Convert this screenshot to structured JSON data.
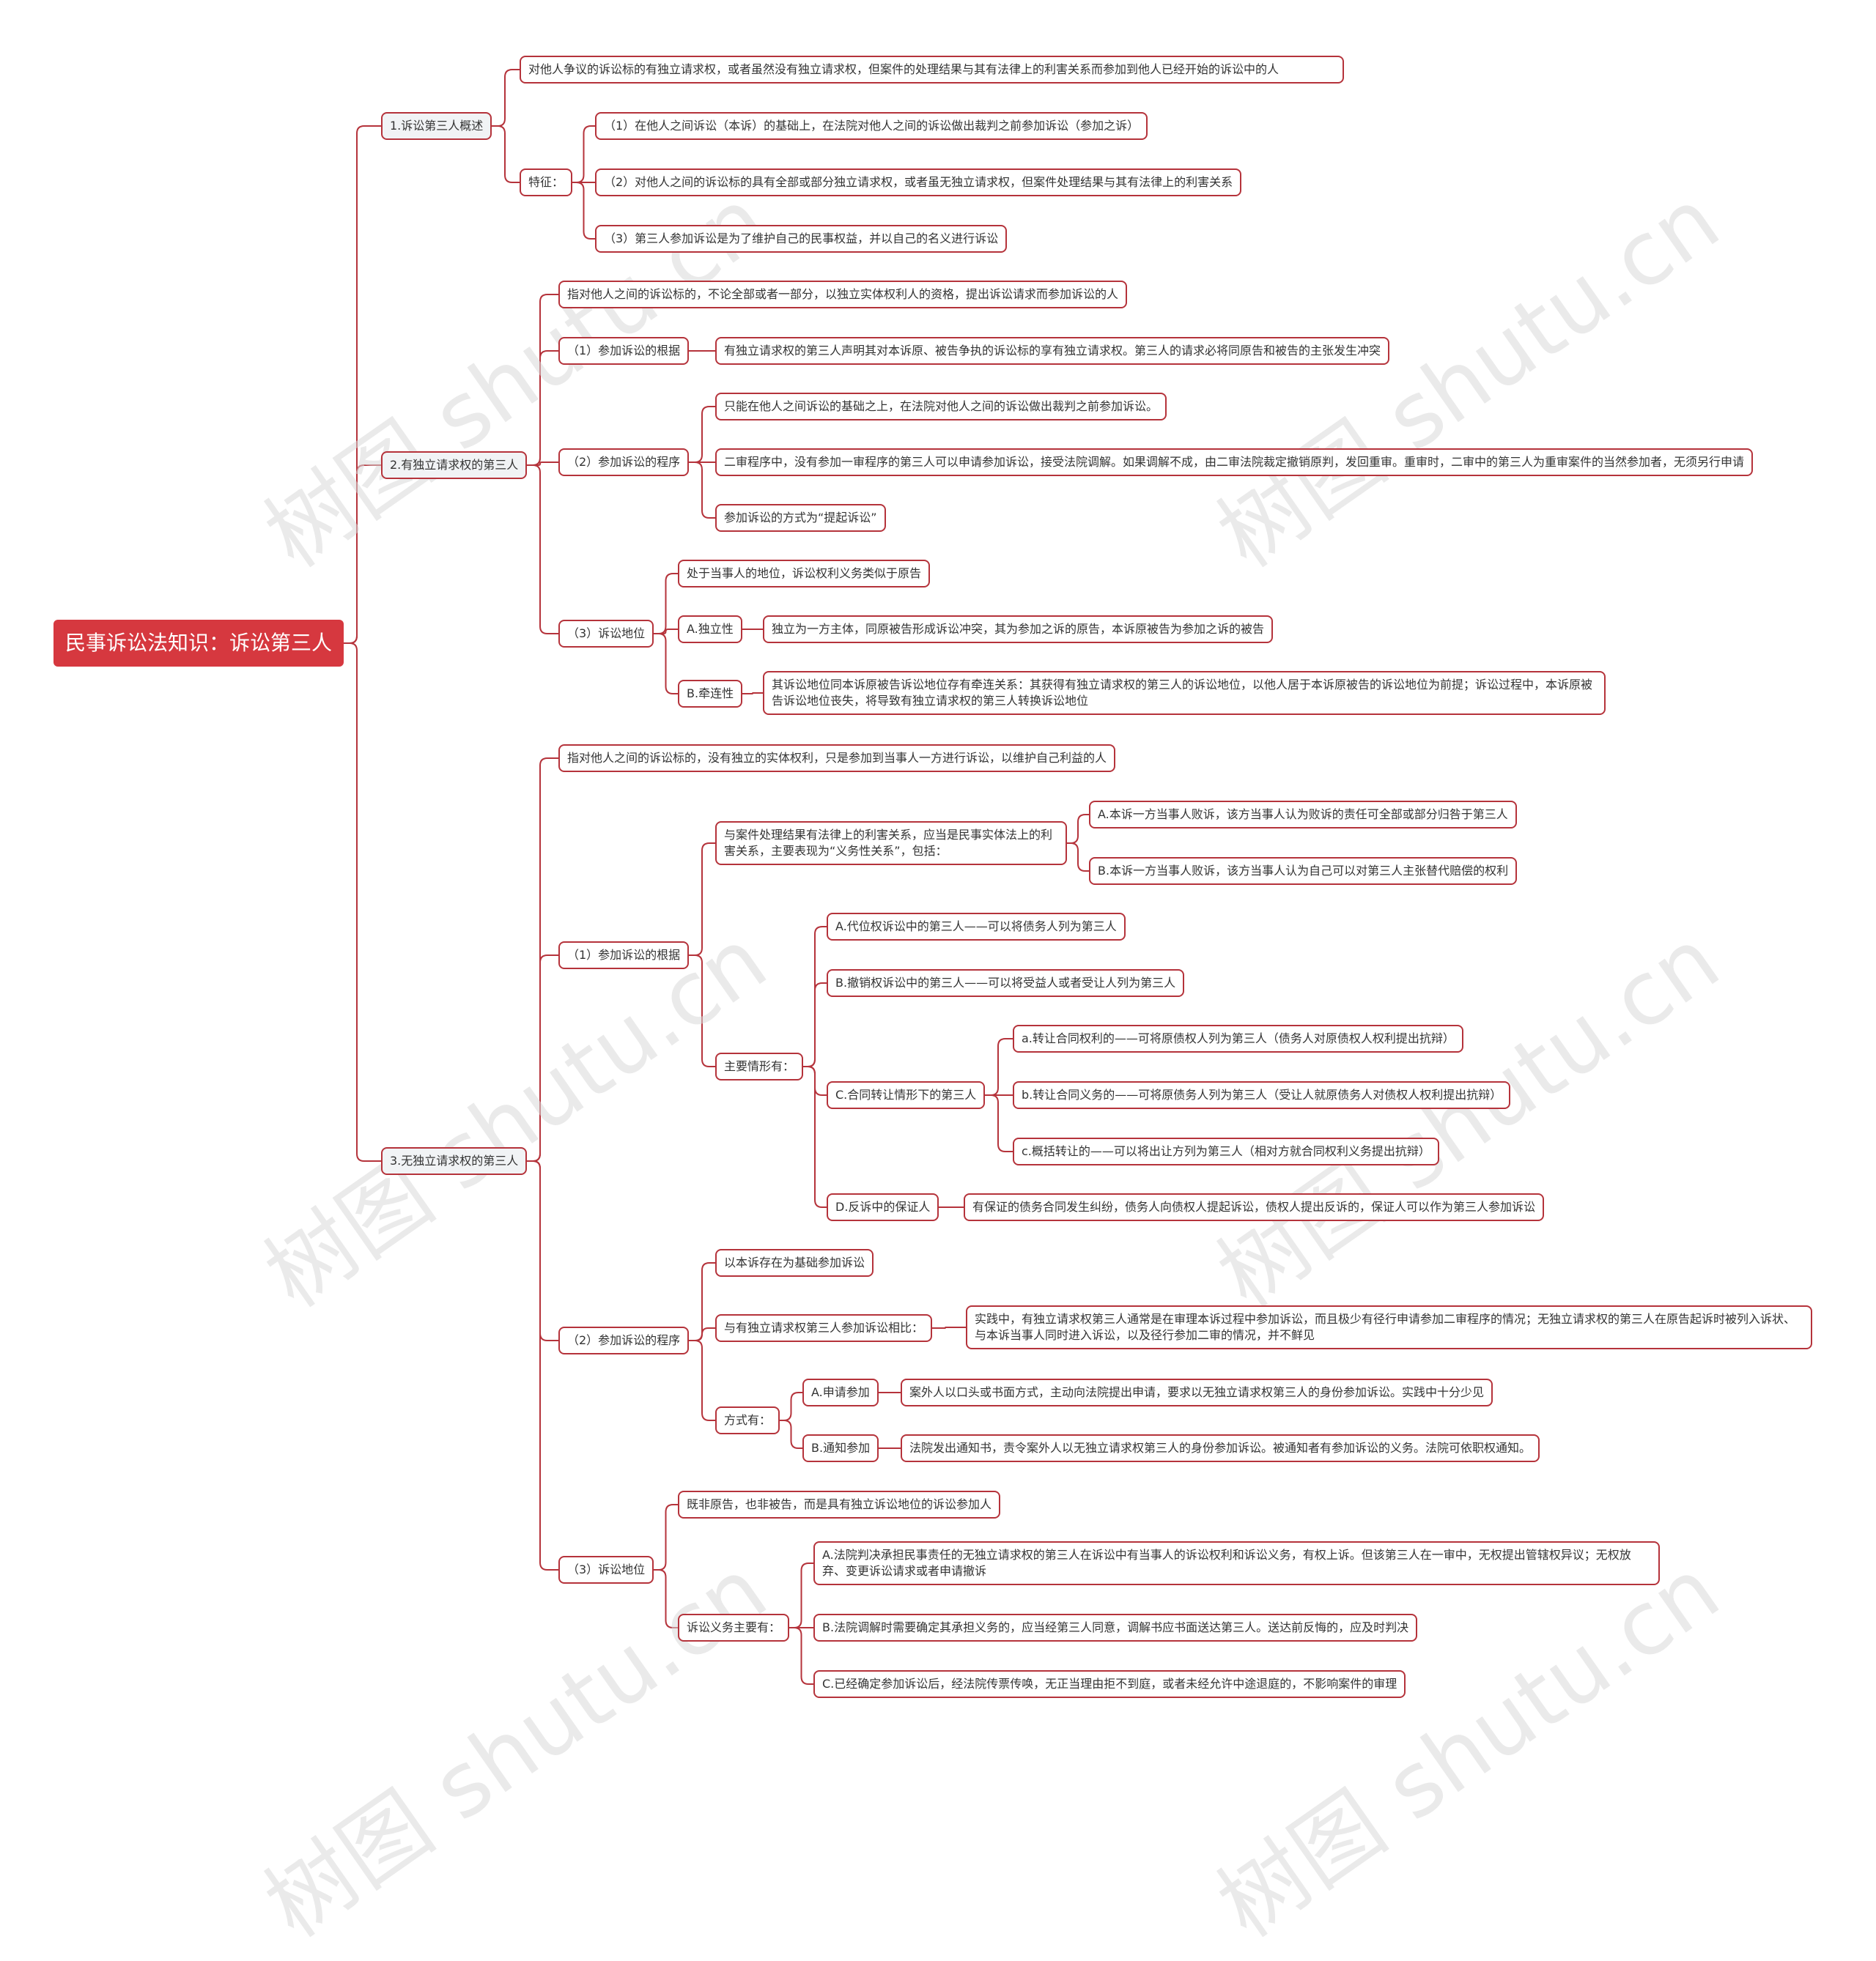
{
  "root": "民事诉讼法知识：诉讼第三人",
  "watermark": "树图 shutu.cn",
  "colors": {
    "accent": "#d6383f",
    "line": "#b5333b"
  },
  "nodes": {
    "s1": "1.诉讼第三人概述",
    "s1_def": "对他人争议的诉讼标的有独立请求权，或者虽然没有独立请求权，但案件的处理结果与其有法律上的利害关系而参加到他人已经开始的诉讼中的人",
    "s1_feat": "特征：",
    "s1_f1": "（1）在他人之间诉讼（本诉）的基础上，在法院对他人之间的诉讼做出裁判之前参加诉讼（参加之诉）",
    "s1_f2": "（2）对他人之间的诉讼标的具有全部或部分独立请求权，或者虽无独立请求权，但案件处理结果与其有法律上的利害关系",
    "s1_f3": "（3）第三人参加诉讼是为了维护自己的民事权益，并以自己的名义进行诉讼",
    "s2": "2.有独立请求权的第三人",
    "s2_def": "指对他人之间的诉讼标的，不论全部或者一部分，以独立实体权利人的资格，提出诉讼请求而参加诉讼的人",
    "s2_basis": "（1）参加诉讼的根据",
    "s2_basis_c": "有独立请求权的第三人声明其对本诉原、被告争执的诉讼标的享有独立请求权。第三人的请求必将同原告和被告的主张发生冲突",
    "s2_proc": "（2）参加诉讼的程序",
    "s2_proc_1": "只能在他人之间诉讼的基础之上，在法院对他人之间的诉讼做出裁判之前参加诉讼。",
    "s2_proc_2": "二审程序中，没有参加一审程序的第三人可以申请参加诉讼，接受法院调解。如果调解不成，由二审法院裁定撤销原判，发回重审。重审时，二审中的第三人为重审案件的当然参加者，无须另行申请",
    "s2_proc_3": "参加诉讼的方式为“提起诉讼”",
    "s2_status": "（3）诉讼地位",
    "s2_status_1": "处于当事人的地位，诉讼权利义务类似于原告",
    "s2_status_A": "A.独立性",
    "s2_status_A_c": "独立为一方主体，同原被告形成诉讼冲突，其为参加之诉的原告，本诉原被告为参加之诉的被告",
    "s2_status_B": "B.牵连性",
    "s2_status_B_c": "其诉讼地位同本诉原被告诉讼地位存有牵连关系：其获得有独立请求权的第三人的诉讼地位，以他人居于本诉原被告的诉讼地位为前提；诉讼过程中，本诉原被告诉讼地位丧失，将导致有独立请求权的第三人转换诉讼地位",
    "s3": "3.无独立请求权的第三人",
    "s3_def": "指对他人之间的诉讼标的，没有独立的实体权利，只是参加到当事人一方进行诉讼，以维护自己利益的人",
    "s3_basis": "（1）参加诉讼的根据",
    "s3_basis_rel": "与案件处理结果有法律上的利害关系，应当是民事实体法上的利害关系，主要表现为“义务性关系”，包括：",
    "s3_rel_A": "A.本诉一方当事人败诉，该方当事人认为败诉的责任可全部或部分归咎于第三人",
    "s3_rel_B": "B.本诉一方当事人败诉，该方当事人认为自己可以对第三人主张替代赔偿的权利",
    "s3_main": "主要情形有：",
    "s3_main_A": "A.代位权诉讼中的第三人——可以将债务人列为第三人",
    "s3_main_B": "B.撤销权诉讼中的第三人——可以将受益人或者受让人列为第三人",
    "s3_main_C": "C.合同转让情形下的第三人",
    "s3_main_Ca": "a.转让合同权利的——可将原债权人列为第三人（债务人对原债权人权利提出抗辩）",
    "s3_main_Cb": "b.转让合同义务的——可将原债务人列为第三人（受让人就原债务人对债权人权利提出抗辩）",
    "s3_main_Cc": "c.概括转让的——可以将出让方列为第三人（相对方就合同权利义务提出抗辩）",
    "s3_main_D": "D.反诉中的保证人",
    "s3_main_D_c": "有保证的债务合同发生纠纷，债务人向债权人提起诉讼，债权人提出反诉的，保证人可以作为第三人参加诉讼",
    "s3_proc": "（2）参加诉讼的程序",
    "s3_proc_1": "以本诉存在为基础参加诉讼",
    "s3_proc_cmp": "与有独立请求权第三人参加诉讼相比：",
    "s3_proc_cmp_c": "实践中，有独立请求权第三人通常是在审理本诉过程中参加诉讼，而且极少有径行申请参加二审程序的情况；无独立请求权的第三人在原告起诉时被列入诉状、与本诉当事人同时进入诉讼，以及径行参加二审的情况，并不鲜见",
    "s3_proc_way": "方式有：",
    "s3_proc_wayA": "A.申请参加",
    "s3_proc_wayA_c": "案外人以口头或书面方式，主动向法院提出申请，要求以无独立请求权第三人的身份参加诉讼。实践中十分少见",
    "s3_proc_wayB": "B.通知参加",
    "s3_proc_wayB_c": "法院发出通知书，责令案外人以无独立请求权第三人的身份参加诉讼。被通知者有参加诉讼的义务。法院可依职权通知。",
    "s3_status": "（3）诉讼地位",
    "s3_status_1": "既非原告，也非被告，而是具有独立诉讼地位的诉讼参加人",
    "s3_status_duty": "诉讼义务主要有：",
    "s3_status_A": "A.法院判决承担民事责任的无独立请求权的第三人在诉讼中有当事人的诉讼权利和诉讼义务，有权上诉。但该第三人在一审中，无权提出管辖权异议；无权放弃、变更诉讼请求或者申请撤诉",
    "s3_status_B": "B.法院调解时需要确定其承担义务的，应当经第三人同意，调解书应书面送达第三人。送达前反悔的，应及时判决",
    "s3_status_C": "C.已经确定参加诉讼后，经法院传票传唤，无正当理由拒不到庭，或者未经允许中途退庭的，不影响案件的审理"
  }
}
